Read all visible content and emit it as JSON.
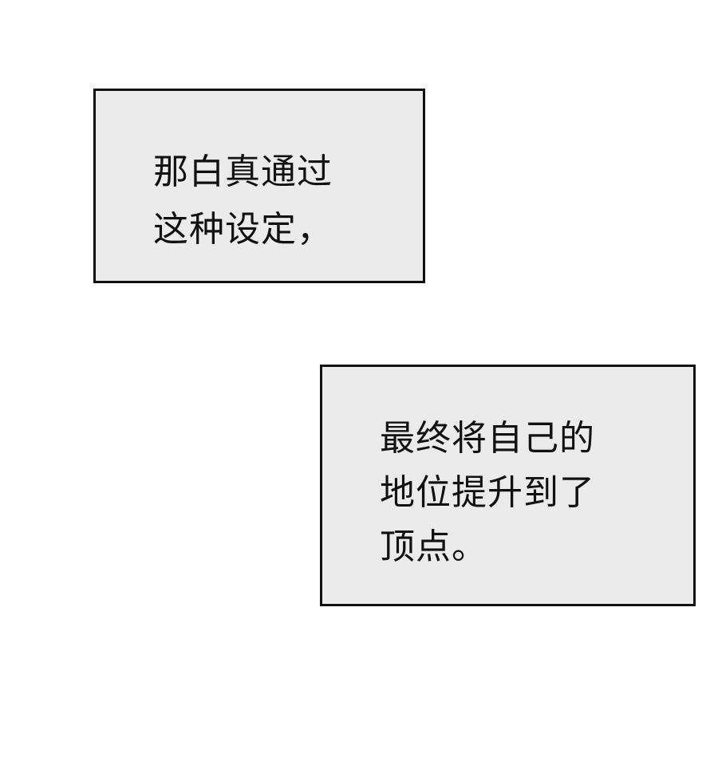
{
  "captions": [
    {
      "lines": [
        "那白真通过",
        "这种设定，"
      ]
    },
    {
      "lines": [
        "最终将自己的",
        "地位提升到了",
        "顶点。"
      ]
    }
  ],
  "colors": {
    "box_fill": "#ebebeb",
    "border": "#111111",
    "background": "#ffffff"
  }
}
